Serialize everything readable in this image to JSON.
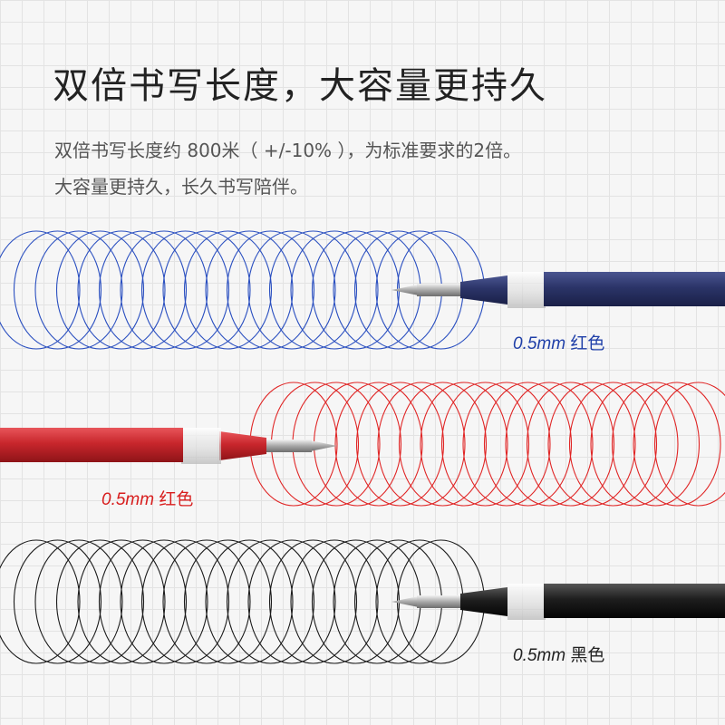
{
  "headline": "双倍书写长度，大容量更持久",
  "description": {
    "line1": "双倍书写长度约 800米（ +/-10% ），为标准要求的2倍。",
    "line2": "大容量更持久，长久书写陪伴。"
  },
  "refills": [
    {
      "id": "blue",
      "size": "0.5mm",
      "color_name": "红色",
      "label_color": "#1f3fa8",
      "ink_color": "#2a4fc0",
      "body_color": "#2d3668",
      "ring_count": 20
    },
    {
      "id": "red",
      "size": "0.5mm",
      "color_name": "红色",
      "label_color": "#d81e1e",
      "ink_color": "#e02525",
      "body_color": "#c8262c",
      "ring_count": 20
    },
    {
      "id": "black",
      "size": "0.5mm",
      "color_name": "黑色",
      "label_color": "#222222",
      "ink_color": "#1a1a1a",
      "body_color": "#1c1c1c",
      "ring_count": 20
    }
  ]
}
